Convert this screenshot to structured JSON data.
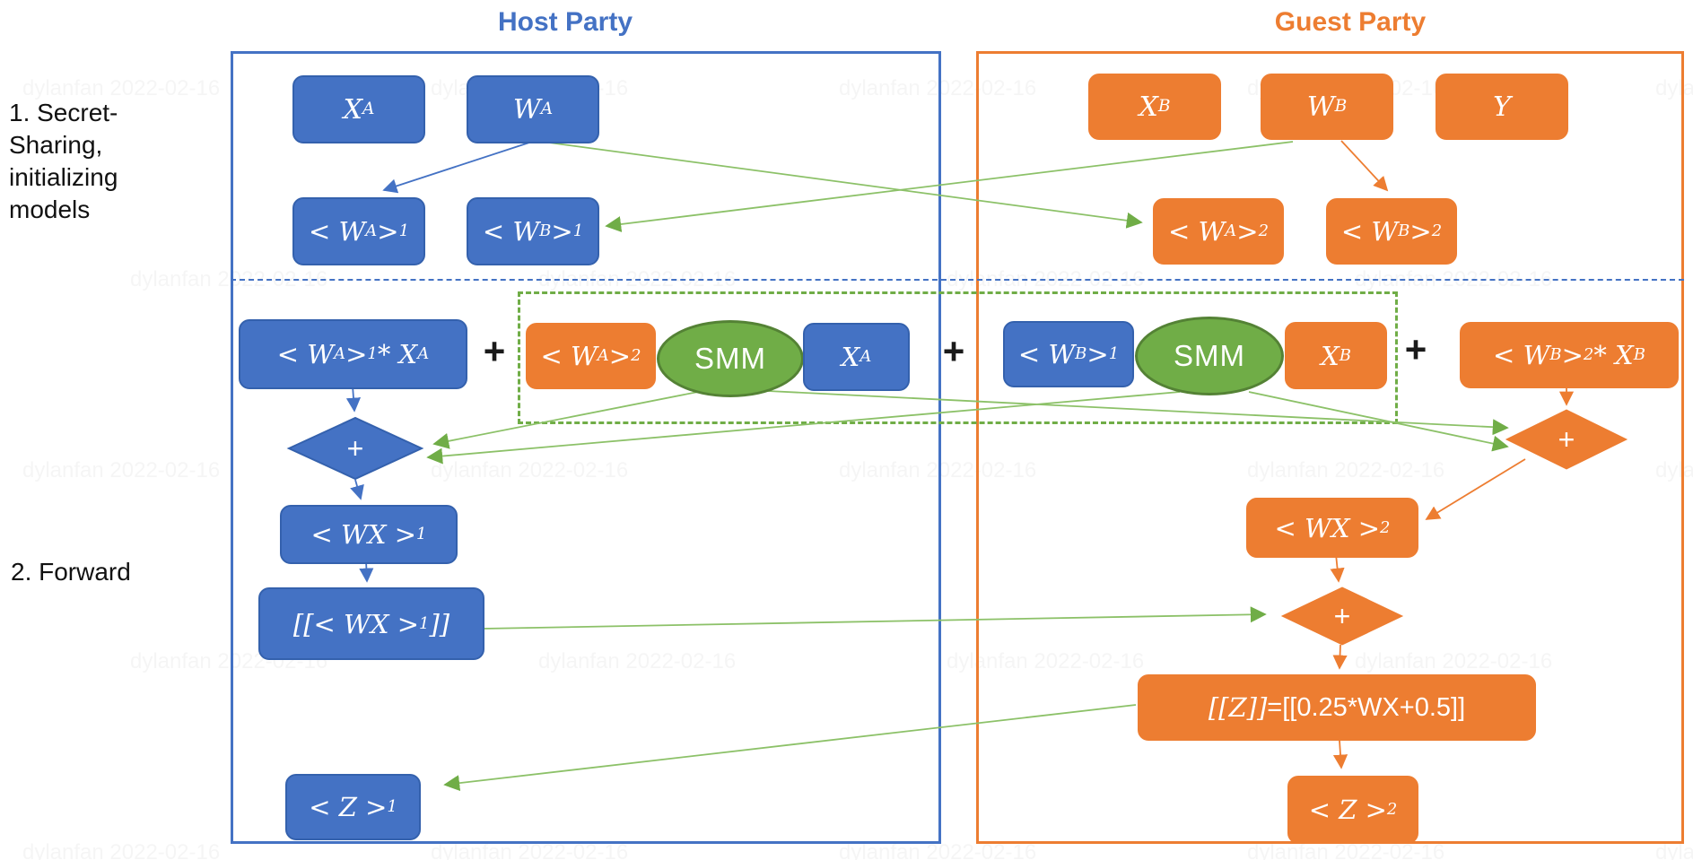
{
  "watermark": {
    "text": "dylanfan 2022-02-16"
  },
  "stage_labels": {
    "stage1_lines": [
      "1. Secret-",
      "Sharing,",
      "initializing",
      "models"
    ],
    "stage2": "2. Forward"
  },
  "parties": {
    "host": {
      "title": "Host Party",
      "color": "#4472C4"
    },
    "guest": {
      "title": "Guest Party",
      "color": "#ED7D31"
    }
  },
  "nodes": {
    "host_xa": "X_{A}",
    "host_wa": "W_{A}",
    "host_wa_share1": "< W_{A} >_{1}",
    "host_wb_share1": "< W_{B} >_{1}",
    "guest_xb": "X_{B}",
    "guest_wb": "W_{B}",
    "guest_y": "Y",
    "guest_wa_share2": "< W_{A} >_{2}",
    "guest_wb_share2": "< W_{B} >_{2}",
    "term1": "< W_{A} >_{1}* X_{A}",
    "mid_wa_share2": "< W_{A} >_{2}",
    "mid_xa": "X_{A}",
    "mid_wb_share1": "< W_{B} >_{1}",
    "mid_xb": "X_{B}",
    "term4": "< W_{B} >_{2}* X_{B}",
    "wx_share1": "< WX >_{1}",
    "wx_share1_enc": "[[< WX >_{1}]]",
    "wx_share2": "< WX >_{2}",
    "z_formula_left": "[[Z]]",
    "z_formula_right": "=[[0.25*WX+0.5]]",
    "z_share1": "< Z >_{1}",
    "z_share2": "< Z >_{2}"
  },
  "operators": {
    "plus": "+",
    "diamond_plus": "+",
    "smm": "SMM"
  }
}
